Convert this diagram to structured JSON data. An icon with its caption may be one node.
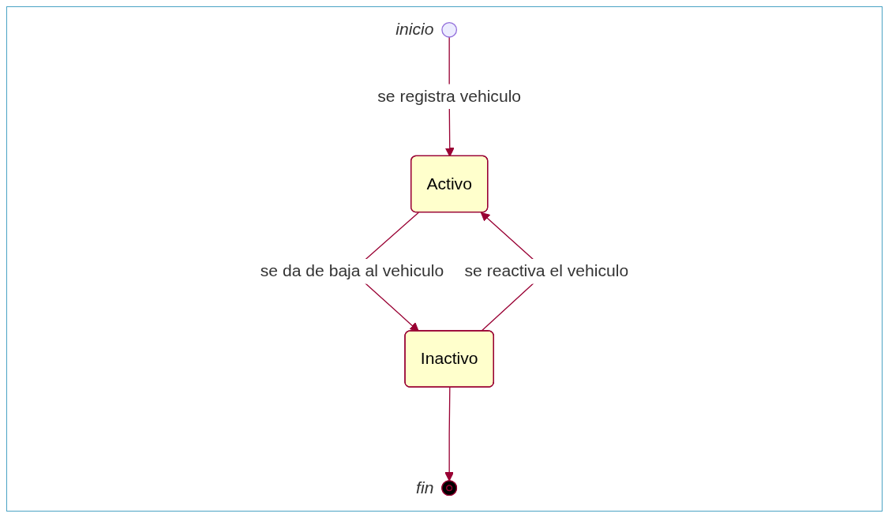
{
  "diagram": {
    "nodes": [
      {
        "text": [],
        "shape": "circle",
        "beside": [
          "inicio"
        ]
      },
      {
        "text": [
          "Activo"
        ]
      },
      {
        "text": [
          "Inactivo"
        ]
      },
      {
        "text": [],
        "shape": "circle",
        "beside": [
          "fin"
        ]
      }
    ],
    "edges": [
      {
        "from": 0,
        "to": 1,
        "arrow": "to",
        "label": "se registra vehiculo"
      },
      {
        "from": 1,
        "to": 2,
        "arrow": "to",
        "label": "se da de baja al vehiculo"
      },
      {
        "from": 2,
        "to": 1,
        "arrow": "to",
        "label": "se reactiva el vehiculo"
      },
      {
        "from": 2,
        "to": 3,
        "arrow": "to"
      }
    ]
  }
}
